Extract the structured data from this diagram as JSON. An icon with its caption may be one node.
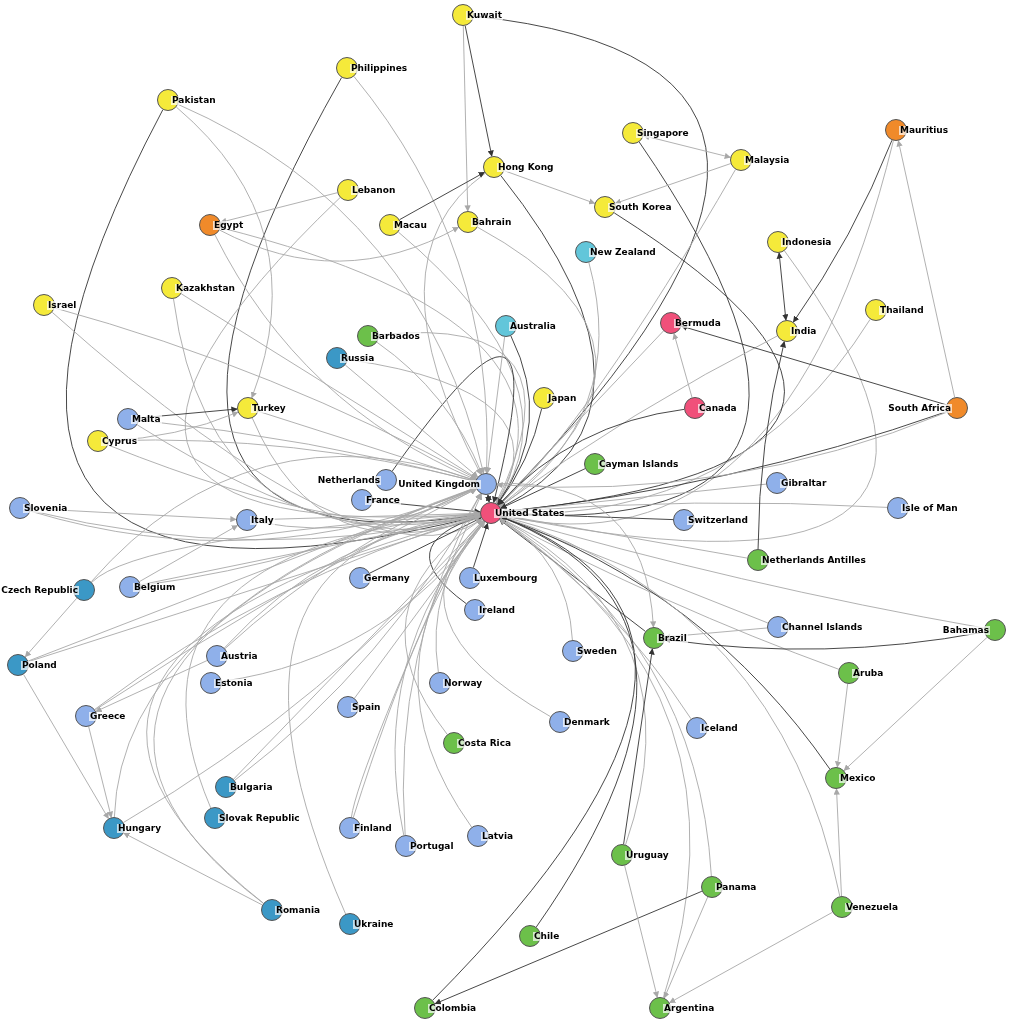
{
  "diagram": {
    "nodes": [
      {
        "text": [
          "Kuwait"
        ]
      },
      {
        "text": [
          "Philippines"
        ]
      },
      {
        "text": [
          "Pakistan"
        ]
      },
      {
        "text": [
          "Mauritius"
        ]
      },
      {
        "text": [
          "Singapore"
        ]
      },
      {
        "text": [
          "Malaysia"
        ]
      },
      {
        "text": [
          "Hong Kong"
        ]
      },
      {
        "text": [
          "Lebanon"
        ]
      },
      {
        "text": [
          "Egypt"
        ]
      },
      {
        "text": [
          "Macau"
        ]
      },
      {
        "text": [
          "Bahrain"
        ]
      },
      {
        "text": [
          "South Korea"
        ]
      },
      {
        "text": [
          "Indonesia"
        ]
      },
      {
        "text": [
          "New Zealand"
        ]
      },
      {
        "text": [
          "Kazakhstan"
        ]
      },
      {
        "text": [
          "Israel"
        ]
      },
      {
        "text": [
          "Barbados"
        ]
      },
      {
        "text": [
          "Australia"
        ]
      },
      {
        "text": [
          "Bermuda"
        ]
      },
      {
        "text": [
          "India"
        ]
      },
      {
        "text": [
          "Thailand"
        ]
      },
      {
        "text": [
          "Russia"
        ]
      },
      {
        "text": [
          "Turkey"
        ]
      },
      {
        "text": [
          "Japan"
        ]
      },
      {
        "text": [
          "Canada"
        ]
      },
      {
        "text": [
          "South Africa"
        ]
      },
      {
        "text": [
          "Malta"
        ]
      },
      {
        "text": [
          "Cyprus"
        ]
      },
      {
        "text": [
          "Cayman Islands"
        ]
      },
      {
        "text": [
          "Netherlands"
        ]
      },
      {
        "text": [
          "United Kingdom"
        ]
      },
      {
        "text": [
          "Gibraltar"
        ]
      },
      {
        "text": [
          "France"
        ]
      },
      {
        "text": [
          "United States"
        ]
      },
      {
        "text": [
          "Slovenia"
        ]
      },
      {
        "text": [
          "Italy"
        ]
      },
      {
        "text": [
          "Switzerland"
        ]
      },
      {
        "text": [
          "Isle of Man"
        ]
      },
      {
        "text": [
          "Netherlands Antilles"
        ]
      },
      {
        "text": [
          "Germany"
        ]
      },
      {
        "text": [
          "Luxembourg"
        ]
      },
      {
        "text": [
          "Czech Republic"
        ]
      },
      {
        "text": [
          "Belgium"
        ]
      },
      {
        "text": [
          "Ireland"
        ]
      },
      {
        "text": [
          "Channel Islands"
        ]
      },
      {
        "text": [
          "Bahamas"
        ]
      },
      {
        "text": [
          "Brazil"
        ]
      },
      {
        "text": [
          "Poland"
        ]
      },
      {
        "text": [
          "Austria"
        ]
      },
      {
        "text": [
          "Sweden"
        ]
      },
      {
        "text": [
          "Aruba"
        ]
      },
      {
        "text": [
          "Estonia"
        ]
      },
      {
        "text": [
          "Norway"
        ]
      },
      {
        "text": [
          "Spain"
        ]
      },
      {
        "text": [
          "Greece"
        ]
      },
      {
        "text": [
          "Iceland"
        ]
      },
      {
        "text": [
          "Denmark"
        ]
      },
      {
        "text": [
          "Costa Rica"
        ]
      },
      {
        "text": [
          "Mexico"
        ]
      },
      {
        "text": [
          "Bulgaria"
        ]
      },
      {
        "text": [
          "Slovak Republic"
        ]
      },
      {
        "text": [
          "Hungary"
        ]
      },
      {
        "text": [
          "Finland"
        ]
      },
      {
        "text": [
          "Portugal"
        ]
      },
      {
        "text": [
          "Latvia"
        ]
      },
      {
        "text": [
          "Uruguay"
        ]
      },
      {
        "text": [
          "Panama"
        ]
      },
      {
        "text": [
          "Venezuela"
        ]
      },
      {
        "text": [
          "Romania"
        ]
      },
      {
        "text": [
          "Ukraine"
        ]
      },
      {
        "text": [
          "Chile"
        ]
      },
      {
        "text": [
          "Colombia"
        ]
      },
      {
        "text": [
          "Argentina"
        ]
      }
    ],
    "edges": [
      {
        "from": 0,
        "to": 33,
        "arrow": "to",
        "color": "#333333"
      },
      {
        "from": 1,
        "to": 33,
        "arrow": "to",
        "color": "#333333"
      },
      {
        "from": 2,
        "to": 33,
        "arrow": "to",
        "color": "#333333"
      },
      {
        "from": 3,
        "to": 33,
        "arrow": "to"
      },
      {
        "from": 4,
        "to": 33,
        "arrow": "to",
        "color": "#333333"
      },
      {
        "from": 5,
        "to": 33,
        "arrow": "to"
      },
      {
        "from": 6,
        "to": 33,
        "arrow": "to",
        "color": "#333333"
      },
      {
        "from": 7,
        "to": 33,
        "arrow": "to"
      },
      {
        "from": 8,
        "to": 33,
        "arrow": "to"
      },
      {
        "from": 9,
        "to": 33,
        "arrow": "to"
      },
      {
        "from": 10,
        "to": 33,
        "arrow": "to"
      },
      {
        "from": 11,
        "to": 33,
        "arrow": "to",
        "color": "#333333"
      },
      {
        "from": 12,
        "to": 33,
        "arrow": "to"
      },
      {
        "from": 13,
        "to": 33,
        "arrow": "to"
      },
      {
        "from": 14,
        "to": 33,
        "arrow": "to"
      },
      {
        "from": 15,
        "to": 33,
        "arrow": "to"
      },
      {
        "from": 16,
        "to": 33,
        "arrow": "to"
      },
      {
        "from": 17,
        "to": 33,
        "arrow": "to",
        "color": "#333333"
      },
      {
        "from": 18,
        "to": 33,
        "arrow": "to"
      },
      {
        "from": 19,
        "to": 33,
        "arrow": "to"
      },
      {
        "from": 20,
        "to": 33,
        "arrow": "to"
      },
      {
        "from": 21,
        "to": 33,
        "arrow": "to"
      },
      {
        "from": 22,
        "to": 33,
        "arrow": "to"
      },
      {
        "from": 23,
        "to": 33,
        "arrow": "to",
        "color": "#333333"
      },
      {
        "from": 24,
        "to": 33,
        "arrow": "to",
        "color": "#333333"
      },
      {
        "from": 25,
        "to": 33,
        "arrow": "to",
        "color": "#333333"
      },
      {
        "from": 26,
        "to": 33,
        "arrow": "to"
      },
      {
        "from": 27,
        "to": 33,
        "arrow": "to"
      },
      {
        "from": 28,
        "to": 33,
        "arrow": "to",
        "color": "#333333"
      },
      {
        "from": 29,
        "to": 33,
        "arrow": "to",
        "color": "#333333"
      },
      {
        "from": 30,
        "to": 33,
        "arrow": "both",
        "color": "#333333"
      },
      {
        "from": 31,
        "to": 33,
        "arrow": "to"
      },
      {
        "from": 32,
        "to": 33,
        "arrow": "to",
        "color": "#333333"
      },
      {
        "from": 34,
        "to": 33,
        "arrow": "to"
      },
      {
        "from": 35,
        "to": 33,
        "arrow": "to"
      },
      {
        "from": 36,
        "to": 33,
        "arrow": "to",
        "color": "#333333"
      },
      {
        "from": 37,
        "to": 33,
        "arrow": "to"
      },
      {
        "from": 38,
        "to": 33,
        "arrow": "to"
      },
      {
        "from": 39,
        "to": 33,
        "arrow": "to",
        "color": "#333333"
      },
      {
        "from": 40,
        "to": 33,
        "arrow": "to",
        "color": "#333333"
      },
      {
        "from": 41,
        "to": 33,
        "arrow": "to"
      },
      {
        "from": 42,
        "to": 33,
        "arrow": "to"
      },
      {
        "from": 43,
        "to": 33,
        "arrow": "to",
        "color": "#333333"
      },
      {
        "from": 44,
        "to": 33,
        "arrow": "to"
      },
      {
        "from": 45,
        "to": 33,
        "arrow": "to"
      },
      {
        "from": 46,
        "to": 33,
        "arrow": "to",
        "color": "#333333"
      },
      {
        "from": 47,
        "to": 33,
        "arrow": "to"
      },
      {
        "from": 48,
        "to": 33,
        "arrow": "to"
      },
      {
        "from": 49,
        "to": 33,
        "arrow": "to"
      },
      {
        "from": 50,
        "to": 33,
        "arrow": "to"
      },
      {
        "from": 51,
        "to": 33,
        "arrow": "to"
      },
      {
        "from": 52,
        "to": 33,
        "arrow": "to"
      },
      {
        "from": 53,
        "to": 33,
        "arrow": "to"
      },
      {
        "from": 54,
        "to": 33,
        "arrow": "to"
      },
      {
        "from": 55,
        "to": 33,
        "arrow": "to"
      },
      {
        "from": 56,
        "to": 33,
        "arrow": "to"
      },
      {
        "from": 57,
        "to": 33,
        "arrow": "to"
      },
      {
        "from": 58,
        "to": 33,
        "arrow": "to",
        "color": "#333333"
      },
      {
        "from": 59,
        "to": 33,
        "arrow": "to"
      },
      {
        "from": 60,
        "to": 33,
        "arrow": "to"
      },
      {
        "from": 61,
        "to": 33,
        "arrow": "to"
      },
      {
        "from": 62,
        "to": 33,
        "arrow": "to"
      },
      {
        "from": 63,
        "to": 33,
        "arrow": "to"
      },
      {
        "from": 64,
        "to": 33,
        "arrow": "to"
      },
      {
        "from": 65,
        "to": 33,
        "arrow": "to"
      },
      {
        "from": 66,
        "to": 33,
        "arrow": "to"
      },
      {
        "from": 67,
        "to": 33,
        "arrow": "to"
      },
      {
        "from": 68,
        "to": 33,
        "arrow": "to"
      },
      {
        "from": 69,
        "to": 33,
        "arrow": "to"
      },
      {
        "from": 70,
        "to": 33,
        "arrow": "to",
        "color": "#333333"
      },
      {
        "from": 71,
        "to": 33,
        "arrow": "to",
        "color": "#333333"
      },
      {
        "from": 72,
        "to": 33,
        "arrow": "to"
      },
      {
        "from": 1,
        "to": 30,
        "arrow": "to"
      },
      {
        "from": 2,
        "to": 30,
        "arrow": "to"
      },
      {
        "from": 6,
        "to": 30,
        "arrow": "to"
      },
      {
        "from": 8,
        "to": 30,
        "arrow": "to"
      },
      {
        "from": 14,
        "to": 30,
        "arrow": "to"
      },
      {
        "from": 15,
        "to": 30,
        "arrow": "to"
      },
      {
        "from": 16,
        "to": 30,
        "arrow": "to"
      },
      {
        "from": 17,
        "to": 30,
        "arrow": "to"
      },
      {
        "from": 21,
        "to": 30,
        "arrow": "to"
      },
      {
        "from": 22,
        "to": 30,
        "arrow": "to"
      },
      {
        "from": 25,
        "to": 30,
        "arrow": "to"
      },
      {
        "from": 26,
        "to": 30,
        "arrow": "to"
      },
      {
        "from": 27,
        "to": 30,
        "arrow": "to"
      },
      {
        "from": 34,
        "to": 30,
        "arrow": "to"
      },
      {
        "from": 35,
        "to": 30,
        "arrow": "to"
      },
      {
        "from": 41,
        "to": 30,
        "arrow": "to"
      },
      {
        "from": 42,
        "to": 30,
        "arrow": "to"
      },
      {
        "from": 47,
        "to": 30,
        "arrow": "to"
      },
      {
        "from": 48,
        "to": 30,
        "arrow": "to"
      },
      {
        "from": 54,
        "to": 30,
        "arrow": "to"
      },
      {
        "from": 59,
        "to": 30,
        "arrow": "to"
      },
      {
        "from": 61,
        "to": 30,
        "arrow": "to"
      },
      {
        "from": 62,
        "to": 30,
        "arrow": "to"
      },
      {
        "from": 63,
        "to": 30,
        "arrow": "to"
      },
      {
        "from": 68,
        "to": 30,
        "arrow": "to"
      },
      {
        "from": 0,
        "to": 6,
        "arrow": "to",
        "color": "#333333"
      },
      {
        "from": 0,
        "to": 10,
        "arrow": "to"
      },
      {
        "from": 4,
        "to": 5,
        "arrow": "both"
      },
      {
        "from": 5,
        "to": 11,
        "arrow": "to"
      },
      {
        "from": 6,
        "to": 11,
        "arrow": "to"
      },
      {
        "from": 12,
        "to": 19,
        "arrow": "both",
        "color": "#333333"
      },
      {
        "from": 3,
        "to": 19,
        "arrow": "to",
        "color": "#333333"
      },
      {
        "from": 25,
        "to": 18,
        "arrow": "to",
        "color": "#333333"
      },
      {
        "from": 25,
        "to": 3,
        "arrow": "to"
      },
      {
        "from": 26,
        "to": 22,
        "arrow": "to",
        "color": "#333333"
      },
      {
        "from": 27,
        "to": 22,
        "arrow": "to"
      },
      {
        "from": 2,
        "to": 22,
        "arrow": "to"
      },
      {
        "from": 9,
        "to": 6,
        "arrow": "to",
        "color": "#333333"
      },
      {
        "from": 8,
        "to": 10,
        "arrow": "to"
      },
      {
        "from": 7,
        "to": 8,
        "arrow": "to"
      },
      {
        "from": 54,
        "to": 61,
        "arrow": "to"
      },
      {
        "from": 47,
        "to": 61,
        "arrow": "to"
      },
      {
        "from": 41,
        "to": 47,
        "arrow": "to"
      },
      {
        "from": 68,
        "to": 61,
        "arrow": "to"
      },
      {
        "from": 48,
        "to": 54,
        "arrow": "to"
      },
      {
        "from": 45,
        "to": 58,
        "arrow": "to"
      },
      {
        "from": 45,
        "to": 46,
        "arrow": "to",
        "color": "#333333"
      },
      {
        "from": 50,
        "to": 58,
        "arrow": "to"
      },
      {
        "from": 67,
        "to": 58,
        "arrow": "to"
      },
      {
        "from": 66,
        "to": 71,
        "arrow": "to",
        "color": "#333333"
      },
      {
        "from": 66,
        "to": 72,
        "arrow": "to"
      },
      {
        "from": 65,
        "to": 72,
        "arrow": "to"
      },
      {
        "from": 67,
        "to": 72,
        "arrow": "to"
      },
      {
        "from": 65,
        "to": 46,
        "arrow": "to",
        "color": "#333333"
      },
      {
        "from": 44,
        "to": 46,
        "arrow": "to"
      },
      {
        "from": 38,
        "to": 19,
        "arrow": "to",
        "color": "#333333"
      },
      {
        "from": 30,
        "to": 46,
        "arrow": "to"
      },
      {
        "from": 34,
        "to": 35,
        "arrow": "to"
      },
      {
        "from": 42,
        "to": 35,
        "arrow": "to"
      },
      {
        "from": 24,
        "to": 18,
        "arrow": "to"
      }
    ]
  }
}
